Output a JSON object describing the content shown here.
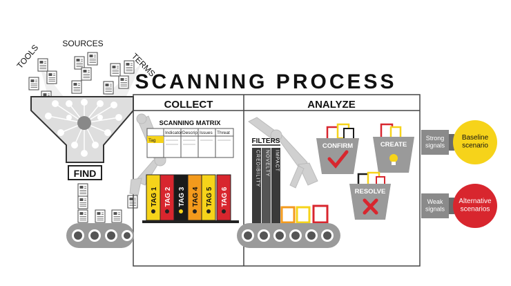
{
  "title": "SCANNING PROCESS",
  "inputs": [
    "TOOLS",
    "SOURCES",
    "TERMS"
  ],
  "funnel_label": "FIND",
  "sections": {
    "collect": "COLLECT",
    "analyze": "ANALYZE"
  },
  "matrix": {
    "title": "SCANNING MATRIX",
    "columns": [
      "Tag",
      "Indicator",
      "Descrip.",
      "Issues",
      "Threat"
    ]
  },
  "tags": [
    "TAG 1",
    "TAG 2",
    "TAG 3",
    "TAG 4",
    "TAG 5",
    "TAG 6"
  ],
  "filters": {
    "title": "FILTERS",
    "items": [
      "CREDIBILITY",
      "NOVELTY",
      "IMPACT"
    ]
  },
  "actions": [
    "CONFIRM",
    "CREATE",
    "RESOLVE"
  ],
  "signals": {
    "strong": "Strong signals",
    "weak": "Weak signals"
  },
  "outcomes": {
    "baseline": "Baseline scenario",
    "alternative": "Alternative scenarios"
  },
  "colors": {
    "yellow": "#f6d31a",
    "red": "#d8262e",
    "orange": "#f39a1c",
    "black": "#1a1a1a",
    "gray_dark": "#555555",
    "gray_mid": "#9a9a9a",
    "gray_light": "#d6d6d6"
  }
}
